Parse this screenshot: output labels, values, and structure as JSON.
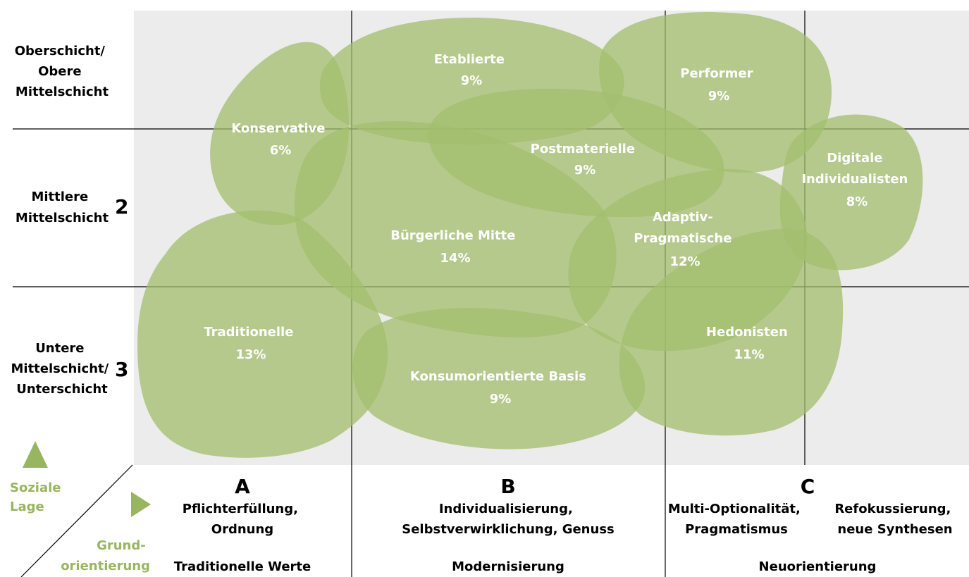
{
  "rows": [
    {
      "lines": [
        "Oberschicht/",
        "Obere",
        "Mittelschicht"
      ],
      "number": ""
    },
    {
      "lines": [
        "Mittlere",
        "Mittelschicht"
      ],
      "number": "2"
    },
    {
      "lines": [
        "Untere",
        "Mittelschicht/",
        "Unterschicht"
      ],
      "number": "3"
    }
  ],
  "columns": [
    {
      "letter": "A",
      "desc": [
        "Pflichterfüllung,",
        "Ordnung"
      ],
      "group": "Traditionelle Werte"
    },
    {
      "letter": "B",
      "desc": [
        "Individualisierung,",
        "Selbstverwirklichung, Genuss"
      ],
      "group": "Modernisierung"
    },
    {
      "letter": "C",
      "desc": [
        "Multi-Optionalität,",
        "Pragmatismus"
      ],
      "group": "Neuorientierung"
    },
    {
      "letter": "",
      "desc": [
        "Refokussierung,",
        "neue Synthesen"
      ],
      "group": ""
    }
  ],
  "axis": {
    "vertical": [
      "Soziale",
      "Lage"
    ],
    "horizontal": [
      "Grund-",
      "orientierung"
    ]
  },
  "milieus": [
    {
      "name": [
        "Etablierte"
      ],
      "share": "9%"
    },
    {
      "name": [
        "Performer"
      ],
      "share": "9%"
    },
    {
      "name": [
        "Konservative"
      ],
      "share": "6%"
    },
    {
      "name": [
        "Postmaterielle"
      ],
      "share": "9%"
    },
    {
      "name": [
        "Digitale",
        "Individualisten"
      ],
      "share": "8%"
    },
    {
      "name": [
        "Adaptiv-",
        "Pragmatische"
      ],
      "share": "12%"
    },
    {
      "name": [
        "Bürgerliche Mitte"
      ],
      "share": "14%"
    },
    {
      "name": [
        "Traditionelle"
      ],
      "share": "13%"
    },
    {
      "name": [
        "Hedonisten"
      ],
      "share": "11%"
    },
    {
      "name": [
        "Konsumorientierte Basis"
      ],
      "share": "9%"
    }
  ],
  "colors": {
    "blob": "#a3bd6e",
    "grid_bg": "#ececec",
    "accent": "#98b55f",
    "label": "#ffffff"
  }
}
